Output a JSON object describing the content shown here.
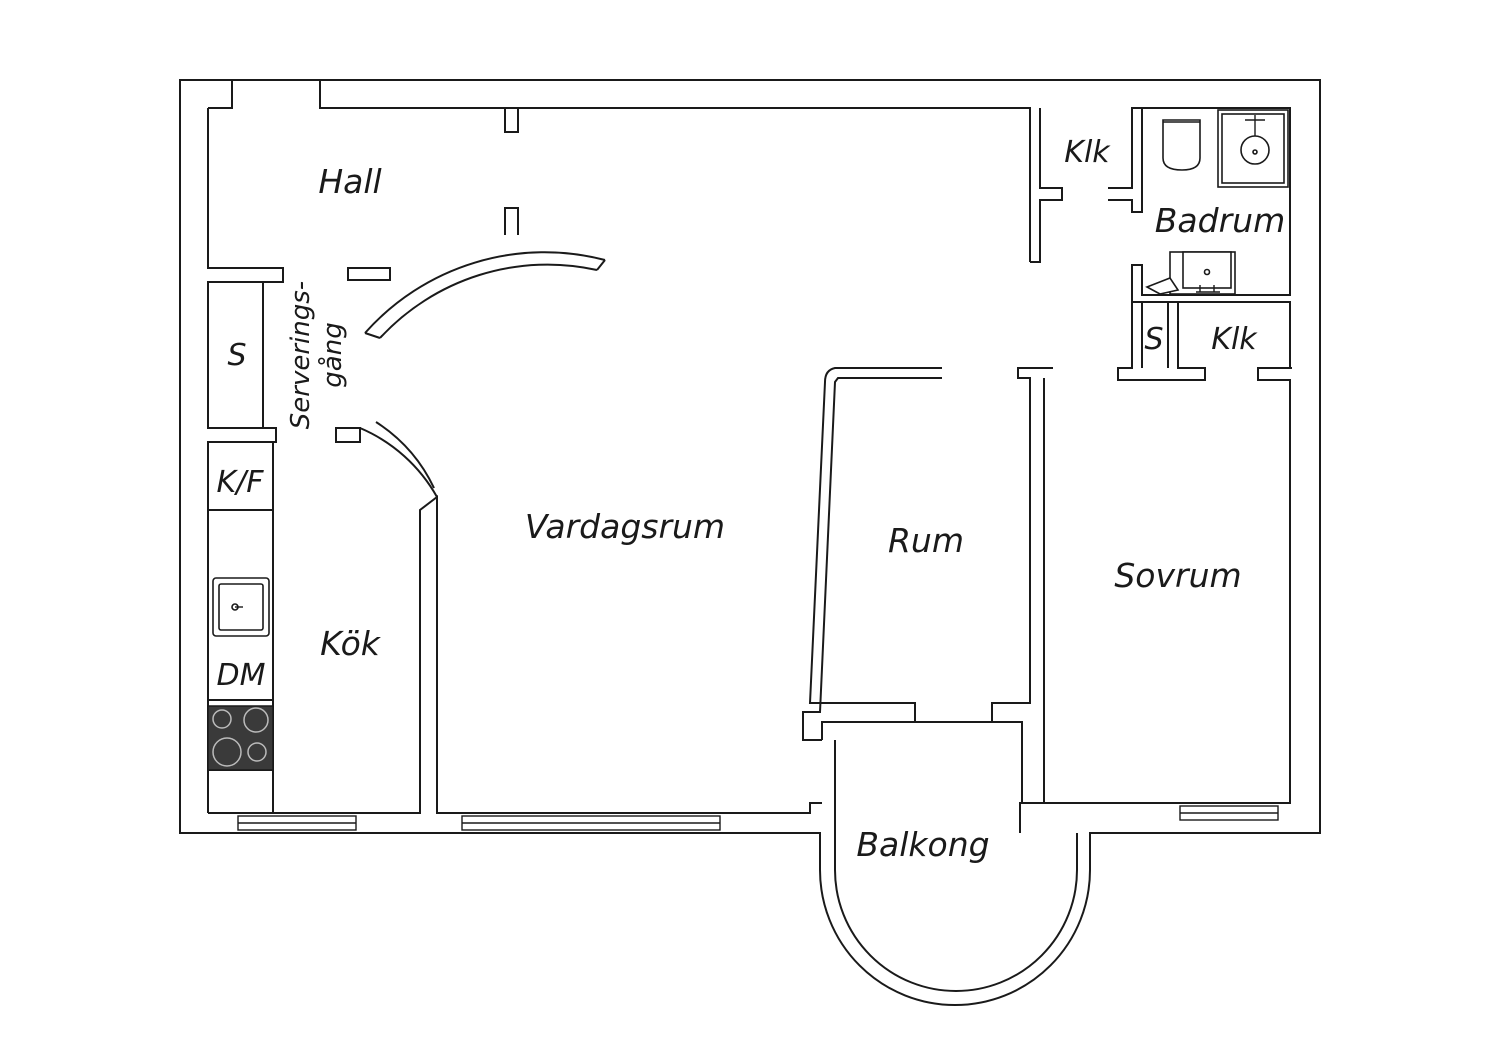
{
  "rooms": {
    "hall": "Hall",
    "vardagsrum": "Vardagsrum",
    "kok": "Kök",
    "rum": "Rum",
    "sovrum": "Sovrum",
    "balkong": "Balkong",
    "badrum": "Badrum",
    "klk_top": "Klk",
    "klk_right": "Klk",
    "s_small": "S",
    "s_left": "S",
    "kf": "K/F",
    "dm": "DM",
    "serverings_line1": "Serverings-",
    "serverings_line2": "gång"
  },
  "colors": {
    "wall_stroke": "#1a1a1a",
    "stove_fill": "#3a3a3a",
    "background": "#ffffff"
  },
  "icons": [
    "sink-icon",
    "stove-icon",
    "toilet-icon",
    "shower-icon",
    "washbasin-icon"
  ]
}
